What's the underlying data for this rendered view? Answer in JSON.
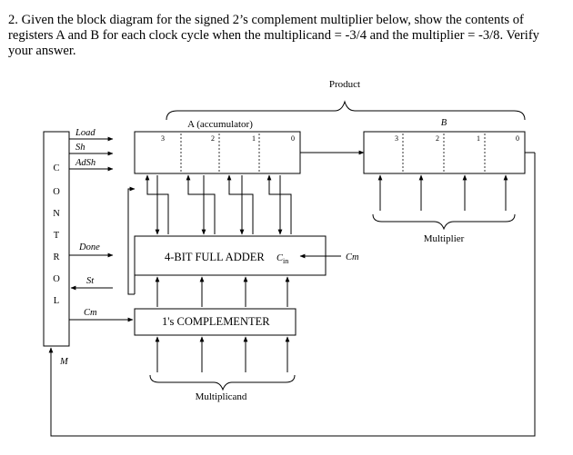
{
  "question": {
    "text": "2.  Given the block diagram for the signed 2’s complement multiplier below, show the contents of registers A and B for each clock cycle when the multiplicand = -3/4 and the multiplier = -3/8.  Verify your answer."
  },
  "diagram": {
    "product_label": "Product",
    "accumulator_label": "A (accumulator)",
    "b_label": "B",
    "multiplier_label": "Multiplier",
    "multiplicand_label": "Multiplicand",
    "adder_label": "4-BIT FULL ADDER",
    "adder_cin": "C",
    "adder_cin_sub": "in",
    "complementer_label": "1's COMPLEMENTER",
    "cm_right_label": "Cm",
    "control_letters": [
      "C",
      "O",
      "N",
      "T",
      "R",
      "O",
      "L"
    ],
    "control_outputs": [
      "Load",
      "Sh",
      "AdSh",
      "Done",
      "St",
      "Cm"
    ],
    "m_label": "M",
    "a_bits": [
      "3",
      "2",
      "1",
      "0"
    ],
    "b_bits": [
      "3",
      "2",
      "1",
      "0"
    ]
  }
}
